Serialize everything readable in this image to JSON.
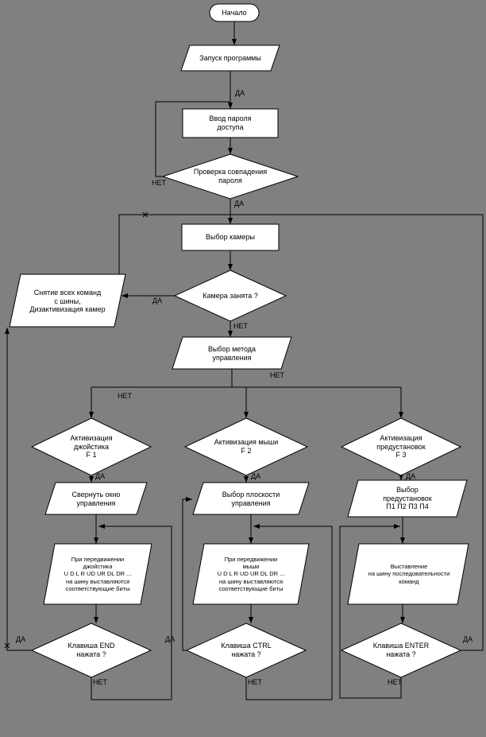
{
  "colors": {
    "background": "#808080",
    "shape_fill": "#ffffff",
    "line": "#000000"
  },
  "labels": {
    "yes": "ДА",
    "no": "НЕТ"
  },
  "nodes": {
    "start": {
      "type": "terminator",
      "text": "Начало"
    },
    "launch": {
      "type": "io",
      "text": "Запуск программы"
    },
    "password_entry": {
      "type": "process",
      "text": "Ввод пароля\nдоступа"
    },
    "password_check": {
      "type": "decision",
      "text": "Проверка совпадения\nпароля"
    },
    "camera_select": {
      "type": "process",
      "text": "Выбор камеры"
    },
    "camera_busy": {
      "type": "decision",
      "text": "Камера занята ?"
    },
    "clear_commands": {
      "type": "io",
      "text": "Снятие всех команд\nс шины,\nДизактивизация камер"
    },
    "method_select": {
      "type": "io",
      "text": "Выбор метода\nуправления"
    },
    "joystick_activate": {
      "type": "decision",
      "text": "Активизация\nджойстика\nF 1"
    },
    "mouse_activate": {
      "type": "decision",
      "text": "Активизация мыши\nF 2"
    },
    "presets_activate": {
      "type": "decision",
      "text": "Активизация\nпредустановок\nF 3"
    },
    "minimize_window": {
      "type": "io",
      "text": "Свернуть окно\nуправления"
    },
    "plane_select": {
      "type": "io",
      "text": "Выбор плоскости\nуправления"
    },
    "presets_select": {
      "type": "io",
      "text": "Выбор\nпредустановок\nП1 П2 П3 П4"
    },
    "joystick_bits": {
      "type": "io",
      "text": "При передвижении\nджойстика\nU D L R UD UR DL DR ...\nна шину выставляются\nсоответствующие биты"
    },
    "mouse_bits": {
      "type": "io",
      "text": "При передвижении\nмыши\nU D L R UD UR DL DR ...\nна шину выставляются\nсоответствующие биты"
    },
    "send_commands": {
      "type": "io",
      "text": "Выставление\nна шину последовательности\nкоманд"
    },
    "end_pressed": {
      "type": "decision",
      "text": "Клавиша END\nнажата ?"
    },
    "ctrl_pressed": {
      "type": "decision",
      "text": "Клавиша CTRL\nнажата ?"
    },
    "enter_pressed": {
      "type": "decision",
      "text": "Клавиша ENTER\nнажата ?"
    }
  }
}
